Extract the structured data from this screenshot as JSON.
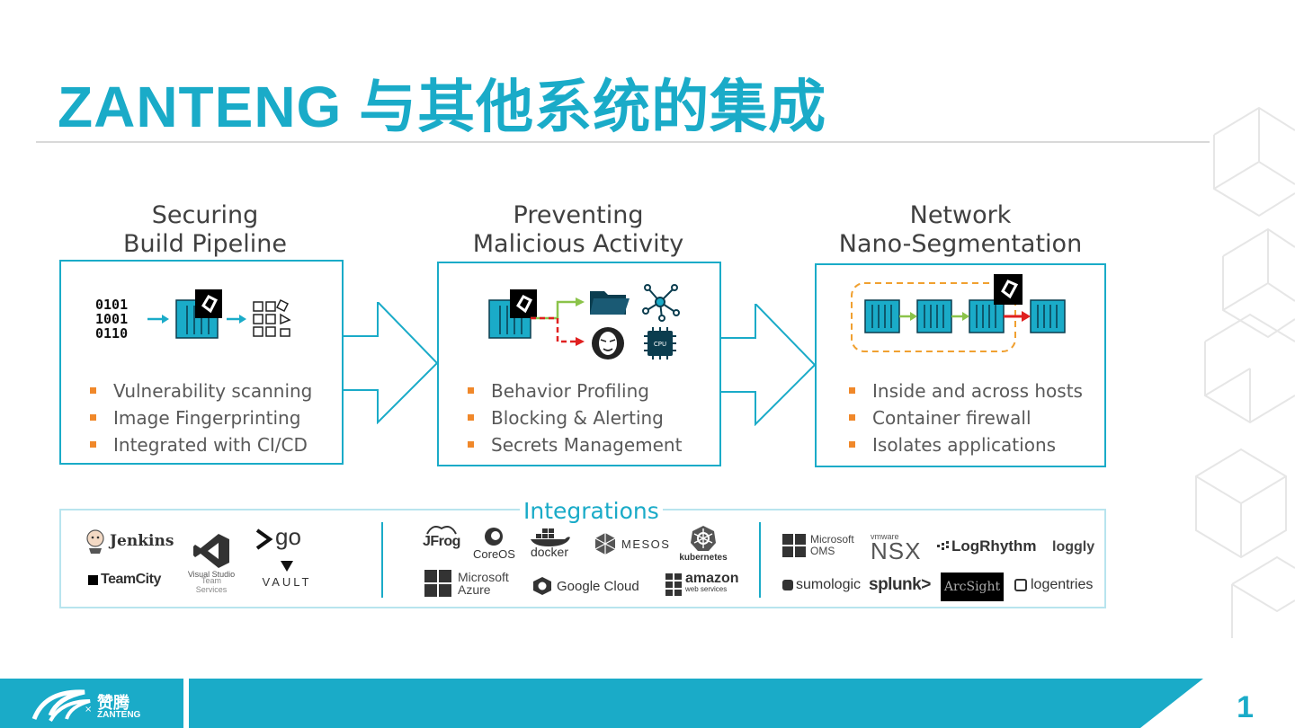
{
  "title": "ZANTENG 与其他系统的集成",
  "columns": [
    {
      "heading_line1": "Securing",
      "heading_line2": "Build Pipeline",
      "binary": [
        "0101",
        "1001",
        "0110"
      ],
      "bullets": [
        "Vulnerability scanning",
        "Image Fingerprinting",
        "Integrated with CI/CD"
      ]
    },
    {
      "heading_line1": "Preventing",
      "heading_line2": "Malicious Activity",
      "cpu_label": "CPU",
      "bullets": [
        "Behavior Profiling",
        "Blocking & Alerting",
        "Secrets Management"
      ]
    },
    {
      "heading_line1": "Network",
      "heading_line2": "Nano-Segmentation",
      "bullets": [
        "Inside and across hosts",
        "Container firewall",
        "Isolates applications"
      ]
    }
  ],
  "integrations": {
    "label": "Integrations",
    "ci": {
      "jenkins": "Jenkins",
      "teamcity": "TeamCity",
      "vs_line1": "Visual Studio",
      "vs_line2": "Team",
      "vs_line3": "Services",
      "go": "go",
      "vault": "VAULT"
    },
    "platforms": {
      "jfrog": "JFrog",
      "coreos": "CoreOS",
      "docker": "docker",
      "mesos": "MESOS",
      "kubernetes": "kubernetes",
      "azure_line1": "Microsoft",
      "azure_line2": "Azure",
      "google": "Google Cloud",
      "amazon_line1": "amazon",
      "amazon_line2": "web services"
    },
    "monitoring": {
      "oms_line1": "Microsoft",
      "oms_line2": "OMS",
      "nsx_vmware": "vmware",
      "nsx": "NSX",
      "logrhythm": "LogRhythm",
      "loggly": "loggly",
      "sumologic": "sumologic",
      "splunk": "splunk>",
      "arcsight": "ArcSight",
      "logentries": "logentries"
    }
  },
  "footer": {
    "brand_cn": "赞腾",
    "brand_en": "ZANTENG",
    "page_number": "1"
  },
  "colors": {
    "accent": "#1aabc8",
    "bullet": "#f0882a",
    "green_arrow": "#8bc34a",
    "red_arrow": "#e02020",
    "dashed_orange": "#f0a030"
  }
}
